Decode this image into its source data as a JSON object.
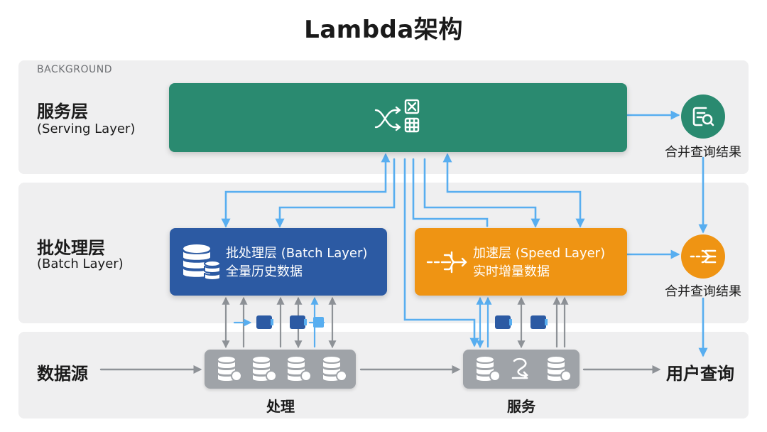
{
  "title": "Lambda架构",
  "background_tag": "BACKGROUND",
  "layers": {
    "serving": {
      "name_cn": "服务层",
      "name_en": "(Serving Layer)"
    },
    "batch": {
      "name_cn": "批处理层",
      "name_en": "(Batch Layer)"
    }
  },
  "batch_box": {
    "title": "批处理层 (Batch Layer)",
    "subtitle": "全量历史数据"
  },
  "speed_box": {
    "title": "加速层 (Speed Layer)",
    "subtitle": "实时增量数据"
  },
  "results": {
    "top": "合并查询结果",
    "bottom": "合并查询结果"
  },
  "source_label": "数据源",
  "user_query_label": "用户查询",
  "groups": {
    "left": "处理",
    "right": "服务"
  },
  "colors": {
    "serving": "#2a8a70",
    "batch": "#2c5aa3",
    "speed": "#ef9413",
    "band": "#efeff0",
    "arrow_blue": "#58aef0",
    "arrow_gray": "#9fa3a8"
  },
  "icons": {
    "serving": "shuffle-grid-icon",
    "batch": "database-icon",
    "speed": "stream-split-icon",
    "result_top": "document-search-icon",
    "result_bottom": "stream-merge-icon"
  }
}
